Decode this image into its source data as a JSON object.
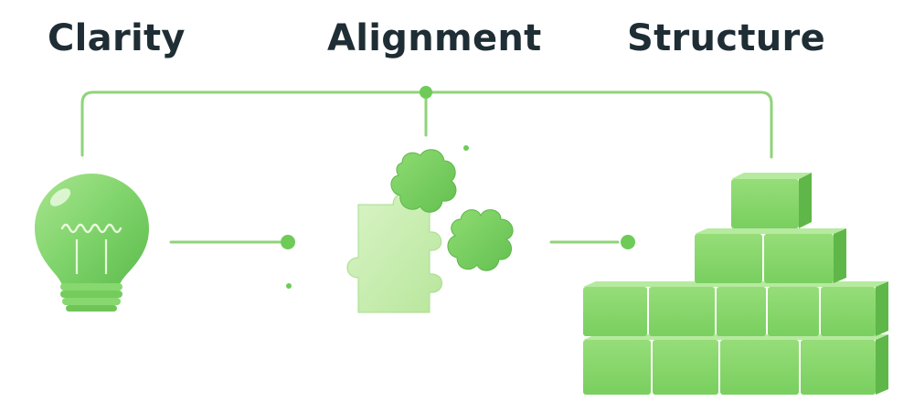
{
  "headings": {
    "clarity": "Clarity",
    "alignment": "Alignment",
    "structure": "Structure"
  },
  "colors": {
    "heading": "#1f2d35",
    "accent_green": "#7ed36a",
    "line_green": "#8fd47a",
    "light_green": "#c7ecb0"
  },
  "icons": [
    "lightbulb-icon",
    "puzzle-pieces-icon",
    "block-wall-icon"
  ]
}
